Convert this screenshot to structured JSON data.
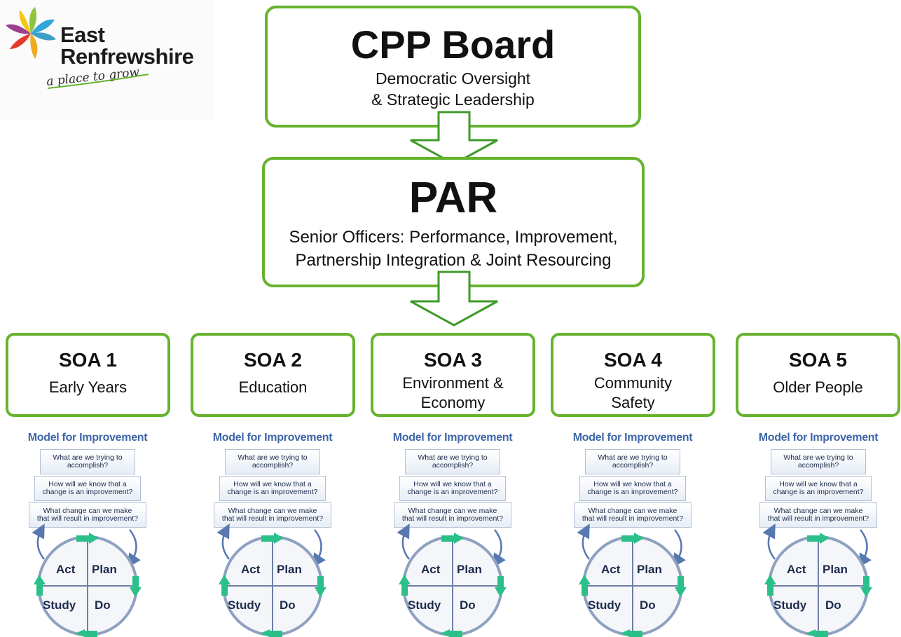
{
  "logo": {
    "name_line1": "East",
    "name_line2": "Renfrewshire",
    "tagline": "a place to grow"
  },
  "cpp": {
    "title": "CPP Board",
    "sub1": "Democratic Oversight",
    "sub2": "& Strategic Leadership"
  },
  "par": {
    "title": "PAR",
    "sub1": "Senior Officers: Performance, Improvement,",
    "sub2": "Partnership Integration & Joint Resourcing"
  },
  "soas": [
    {
      "title": "SOA 1",
      "line1": "Early Years",
      "line2": ""
    },
    {
      "title": "SOA 2",
      "line1": "Education",
      "line2": ""
    },
    {
      "title": "SOA 3",
      "line1": "Environment &",
      "line2": "Economy"
    },
    {
      "title": "SOA 4",
      "line1": "Community",
      "line2": "Safety"
    },
    {
      "title": "SOA 5",
      "line1": "Older People",
      "line2": ""
    }
  ],
  "model": {
    "title": "Model for Improvement",
    "q1a": "What are we trying to",
    "q1b": "accomplish?",
    "q2a": "How will we know that a",
    "q2b": "change is an improvement?",
    "q3a": "What change can we make",
    "q3b": "that will result in improvement?",
    "act": "Act",
    "plan": "Plan",
    "study": "Study",
    "do": "Do"
  },
  "colors": {
    "box_border": "#66b32e",
    "model_title": "#3f66a8",
    "cycle_arrow": "#2bbf8a"
  }
}
